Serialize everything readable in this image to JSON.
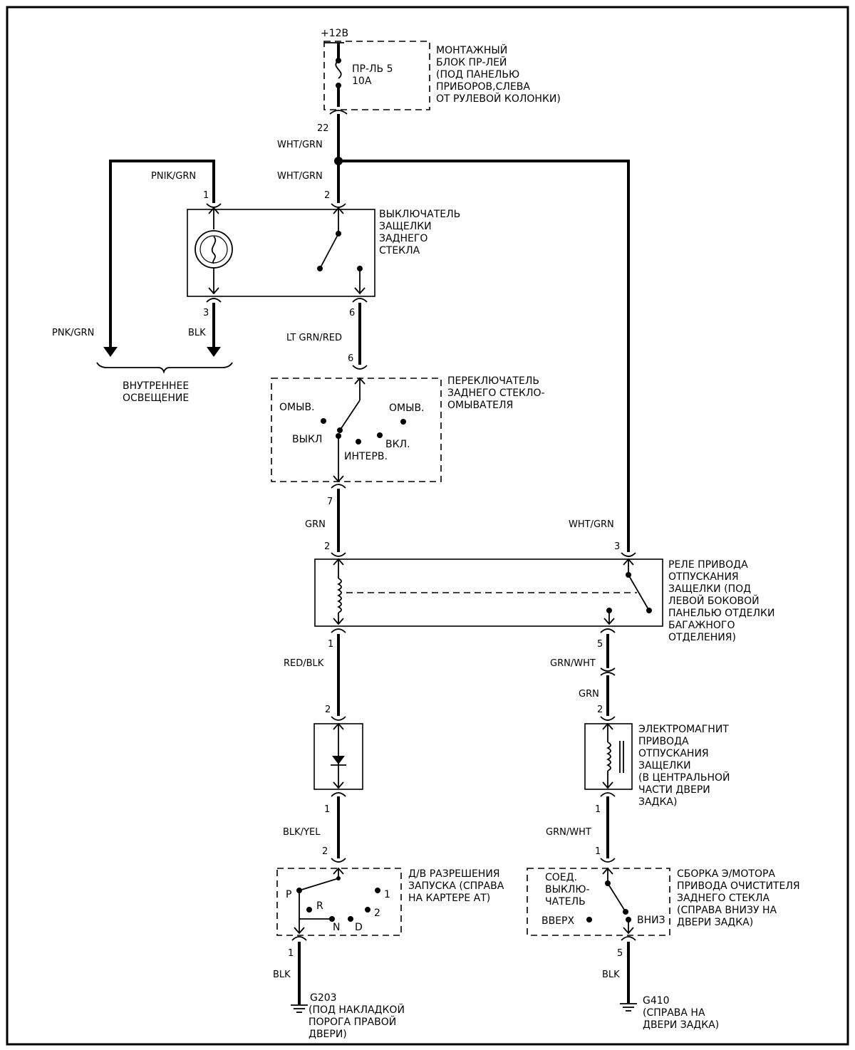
{
  "supply": "+12В",
  "fuse_block": {
    "fuse": "ПР-ЛЬ 5",
    "rating": "10А",
    "title_lines": [
      "МОНТАЖНЫЙ",
      "БЛОК ПР-ЛЕЙ",
      "(ПОД ПАНЕЛЬЮ",
      "ПРИБОРОВ,СЛЕВА",
      "ОТ РУЛЕВОЙ КОЛОНКИ)"
    ],
    "pin": "22"
  },
  "wires": {
    "wht_grn_main": "WHT/GRN",
    "wht_grn_sw": "WHT/GRN",
    "pnik_grn": "PNIK/GRN",
    "pnk_grn": "PNK/GRN",
    "blk_lamp": "BLK",
    "lt_grn_red": "LT GRN/RED",
    "grn_relay": "GRN",
    "wht_grn_relay": "WHT/GRN",
    "red_blk": "RED/BLK",
    "grn_wht_upper": "GRN/WHT",
    "grn_lower": "GRN",
    "blk_yel": "BLK/YEL",
    "grn_wht_lower": "GRN/WHT",
    "blk_left": "BLK",
    "blk_right": "BLK"
  },
  "latch_switch": {
    "title_lines": [
      "ВЫКЛЮЧАТЕЛЬ",
      "ЗАЩЕЛКИ",
      "ЗАДНЕГО",
      "СТЕКЛА"
    ],
    "pin_1": "1",
    "pin_2": "2",
    "pin_3": "3",
    "pin_6": "6"
  },
  "interior_light": {
    "title_lines": [
      "ВНУТРЕННЕЕ",
      "ОСВЕЩЕНИЕ"
    ]
  },
  "washer_switch": {
    "title_lines": [
      "ПЕРЕКЛЮЧАТЕЛЬ",
      "ЗАДНЕГО СТЕКЛО-",
      "ОМЫВАТЕЛЯ"
    ],
    "pos_wash_left": "ОМЫВ.",
    "pos_wash_right": "ОМЫВ.",
    "pos_off": "ВЫКЛ",
    "pos_on": "ВКЛ.",
    "pos_interval": "ИНТЕРВ.",
    "pin_6": "6",
    "pin_7": "7"
  },
  "relay": {
    "title_lines": [
      "РЕЛЕ ПРИВОДА",
      "ОТПУСКАНИЯ",
      "ЗАЩЕЛКИ (ПОД",
      "ЛЕВОЙ БОКОВОЙ",
      "ПАНЕЛЬЮ ОТДЕЛКИ",
      "БАГАЖНОГО",
      "ОТДЕЛЕНИЯ)"
    ],
    "pin_2": "2",
    "pin_3": "3",
    "pin_1": "1",
    "pin_5": "5"
  },
  "diode": {
    "pin_2": "2",
    "pin_1": "1"
  },
  "solenoid": {
    "title_lines": [
      "ЭЛЕКТРОМАГНИТ",
      "ПРИВОДА",
      "ОТПУСКАНИЯ",
      "ЗАЩЕЛКИ",
      "(В ЦЕНТРАЛЬНОЙ",
      "ЧАСТИ ДВЕРИ",
      "ЗАДКА)"
    ],
    "pin_2": "2",
    "pin_1": "1"
  },
  "start_switch": {
    "title_lines": [
      "Д/В РАЗРЕШЕНИЯ",
      "ЗАПУСКА (СПРАВА",
      "НА КАРТЕРЕ АТ)"
    ],
    "pos_p": "P",
    "pos_r": "R",
    "pos_n": "N",
    "pos_d": "D",
    "pos_2": "2",
    "pos_1": "1",
    "pin_2": "2",
    "pin_1": "1"
  },
  "wiper_motor": {
    "title_lines": [
      "СБОРКА Э/МОТОРА",
      "ПРИВОДА ОЧИСТИТЕЛЯ",
      "ЗАДНЕГО СТЕКЛА",
      "(СПРАВА ВНИЗУ НА",
      "ДВЕРИ ЗАДКА)"
    ],
    "inner_lines": [
      "СОЕД.",
      "ВЫКЛЮ-",
      "ЧАТЕЛЬ"
    ],
    "pos_up": "ВВЕРХ",
    "pos_down": "ВНИЗ",
    "pin_1": "1",
    "pin_5": "5"
  },
  "ground_left": {
    "id": "G203",
    "lines": [
      "(ПОД НАКЛАДКОЙ",
      "ПОРОГА ПРАВОЙ",
      "ДВЕРИ)"
    ]
  },
  "ground_right": {
    "id": "G410",
    "lines": [
      "(СПРАВА НА",
      "ДВЕРИ  ЗАДКА)"
    ]
  }
}
